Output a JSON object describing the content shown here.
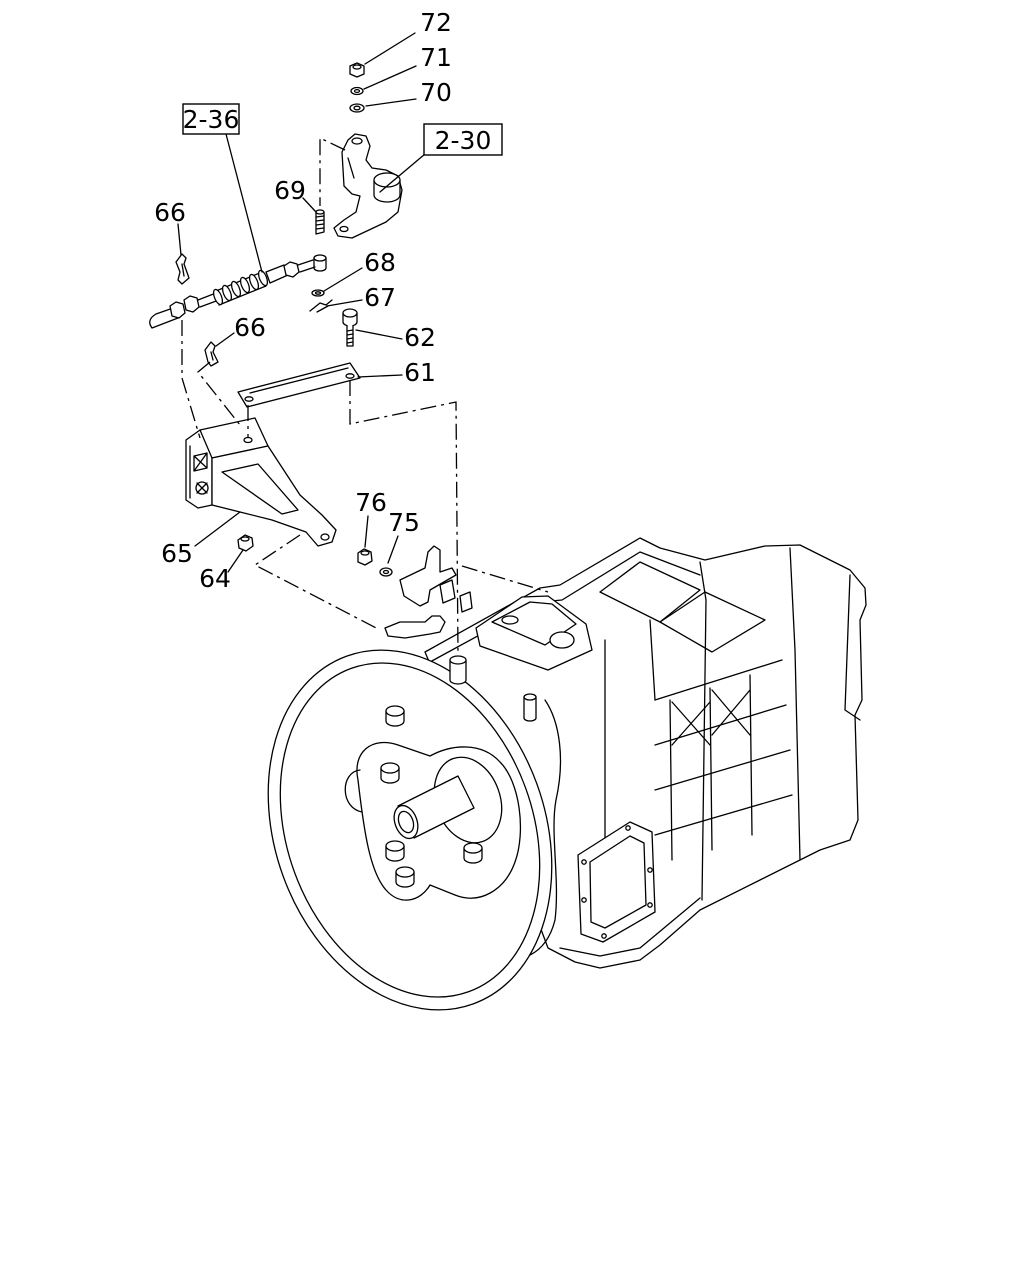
{
  "callouts": [
    "72",
    "71",
    "70",
    "69",
    "66",
    "68",
    "67",
    "66",
    "62",
    "61",
    "76",
    "75",
    "65",
    "64"
  ],
  "references": [
    "2-36",
    "2-30"
  ],
  "colors": {
    "line": "#000000",
    "background": "#ffffff"
  }
}
